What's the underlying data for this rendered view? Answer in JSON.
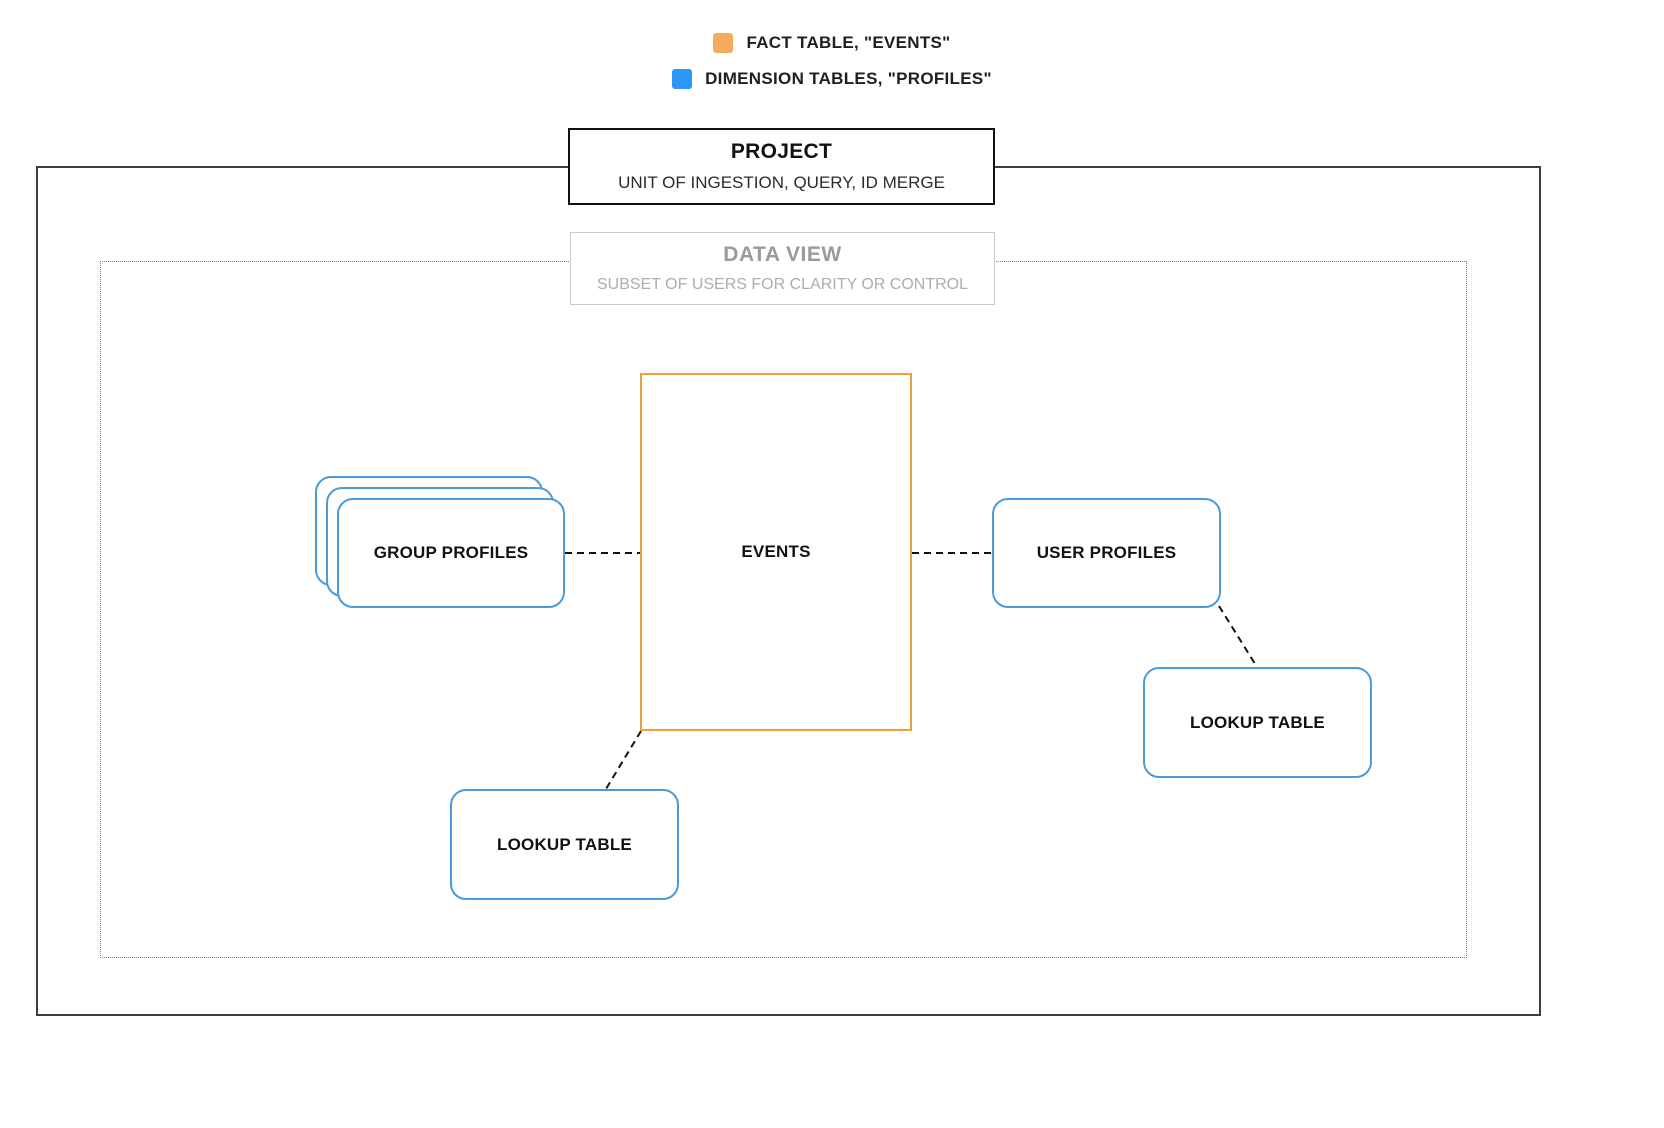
{
  "legend": {
    "fact": {
      "label": "FACT TABLE, \"EVENTS\""
    },
    "dimension": {
      "label": "DIMENSION TABLES, \"PROFILES\""
    }
  },
  "project_box": {
    "title": "PROJECT",
    "subtitle": "UNIT OF INGESTION, QUERY, ID MERGE"
  },
  "data_view_box": {
    "title": "DATA VIEW",
    "subtitle": "SUBSET OF USERS FOR CLARITY OR CONTROL"
  },
  "nodes": {
    "events": "EVENTS",
    "group_profiles": "GROUP PROFILES",
    "user_profiles": "USER PROFILES",
    "lookup_table_right": "LOOKUP TABLE",
    "lookup_table_bottom": "LOOKUP TABLE"
  },
  "colors": {
    "fact_accent": "#F6AC5D",
    "dimension_accent": "#2E96F5",
    "events_border": "#EAA13F",
    "profile_border": "#4A9BDC"
  }
}
